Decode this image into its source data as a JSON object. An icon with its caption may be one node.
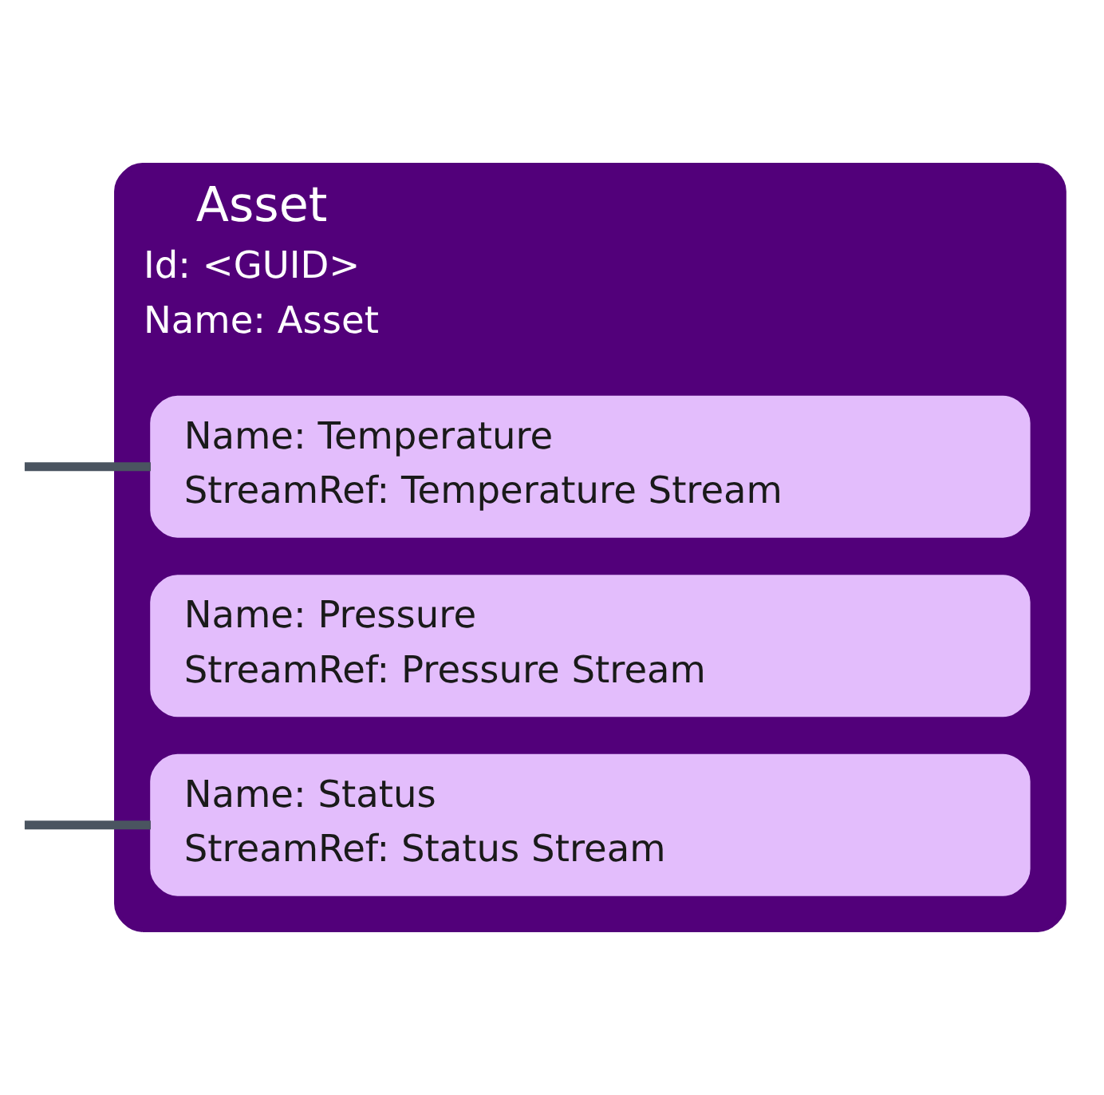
{
  "diagram": {
    "nodes": [
      {
        "text": [
          "Asset",
          "Id: <GUID>",
          "Name: Asset"
        ]
      },
      {
        "text": [
          "Name: Temperature",
          "StreamRef: Temperature Stream"
        ],
        "in": 0
      },
      {
        "text": [
          "Name: Pressure",
          "StreamRef: Pressure Stream"
        ],
        "in": 0
      },
      {
        "text": [
          "Name: Status",
          "StreamRef: Status Stream"
        ],
        "in": 0
      }
    ],
    "edges": [
      {
        "from": null,
        "to": 1,
        "arrow": "none"
      },
      {
        "from": null,
        "to": 3,
        "arrow": "none"
      }
    ]
  }
}
